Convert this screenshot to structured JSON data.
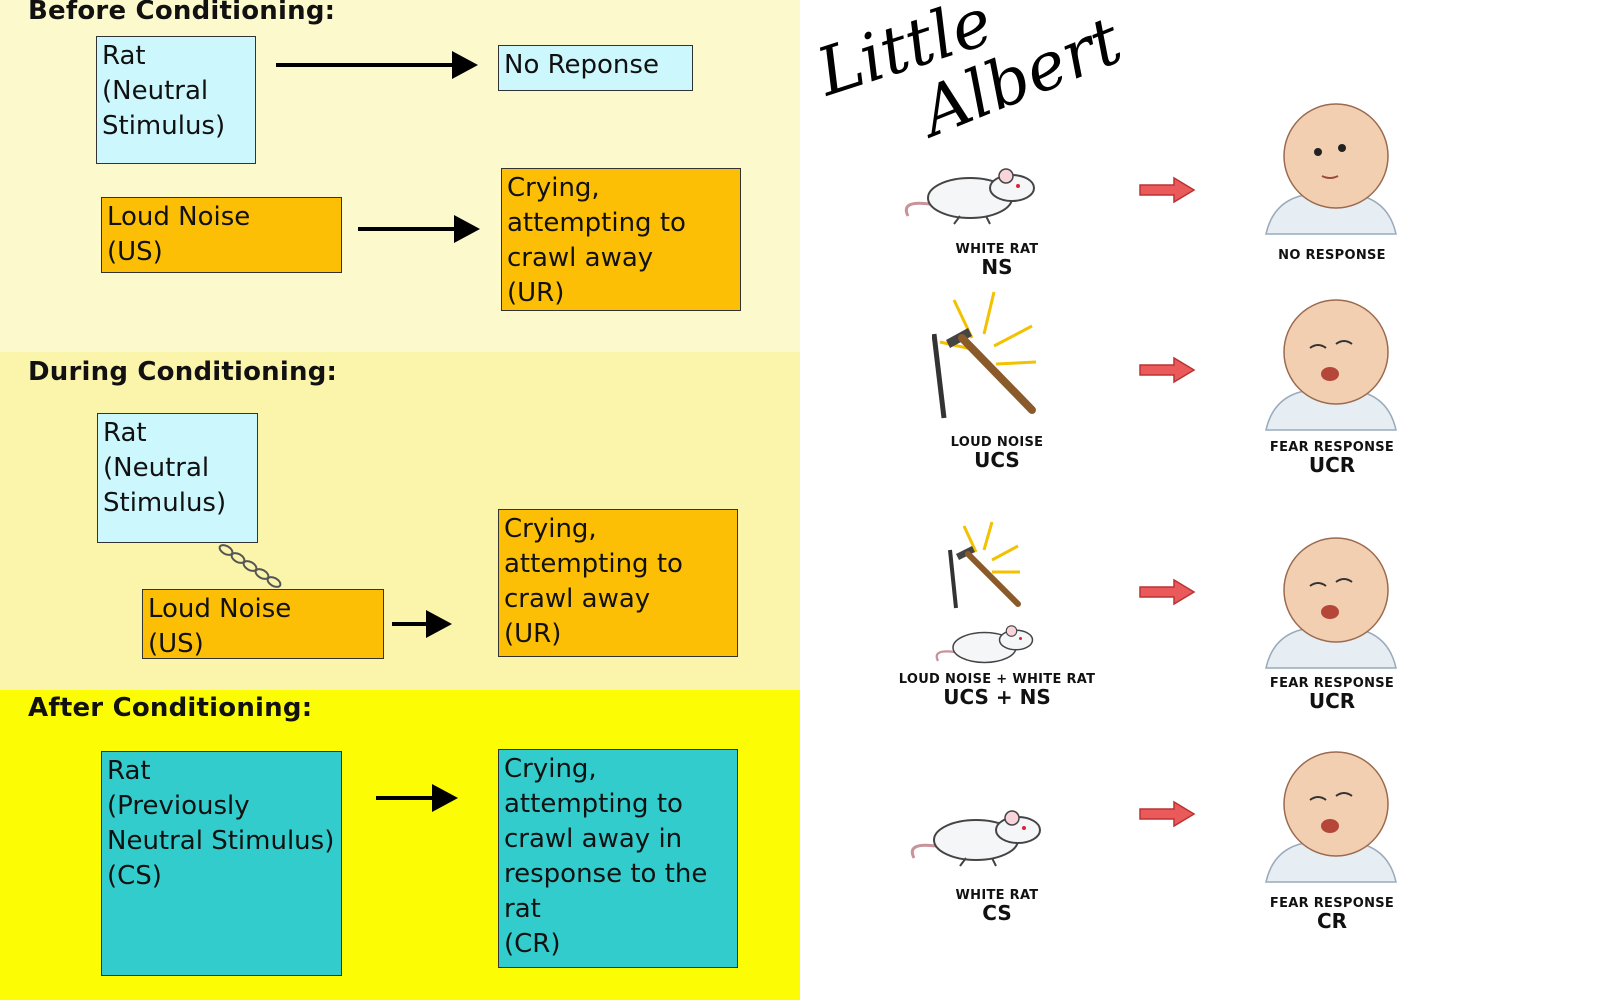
{
  "left": {
    "before": {
      "title": "Before Conditioning:",
      "rat_box": "Rat\n(Neutral\nStimulus)",
      "no_response_box": "No Reponse",
      "loud_noise_box": "Loud Noise\n(US)",
      "ur_box": "Crying,\nattempting to\ncrawl away\n(UR)"
    },
    "during": {
      "title": "During Conditioning:",
      "rat_box": "Rat\n(Neutral\nStimulus)",
      "loud_noise_box": "Loud Noise\n(US)",
      "ur_box": "Crying,\nattempting to\ncrawl away\n(UR)"
    },
    "after": {
      "title": "After Conditioning:",
      "rat_box": "Rat\n(Previously\nNeutral Stimulus)\n(CS)",
      "cr_box": "Crying,\nattempting to\ncrawl away in\nresponse to the\nrat\n(CR)"
    }
  },
  "right": {
    "title_line1": "Little",
    "title_line2": "Albert",
    "rows": [
      {
        "stimulus_small": "WHITE RAT",
        "stimulus_big": "NS",
        "response_small": "NO RESPONSE",
        "response_big": ""
      },
      {
        "stimulus_small": "LOUD NOISE",
        "stimulus_big": "UCS",
        "response_small": "FEAR RESPONSE",
        "response_big": "UCR"
      },
      {
        "stimulus_small": "LOUD NOISE + WHITE RAT",
        "stimulus_big": "UCS + NS",
        "response_small": "FEAR RESPONSE",
        "response_big": "UCR"
      },
      {
        "stimulus_small": "WHITE RAT",
        "stimulus_big": "CS",
        "response_small": "FEAR RESPONSE",
        "response_big": "CR"
      }
    ]
  },
  "colors": {
    "band_before": "#fcf9cd",
    "band_during": "#fbf5ab",
    "band_after": "#fcfc04",
    "box_cyan": "#ccf7fd",
    "box_orange": "#fcbf05",
    "box_teal": "#33cccc",
    "arrow_red": "#ea5a5a"
  },
  "icons": [
    "rat-icon",
    "hammer-icon",
    "baby-face-icon",
    "arrow-right-icon",
    "chain-icon"
  ]
}
